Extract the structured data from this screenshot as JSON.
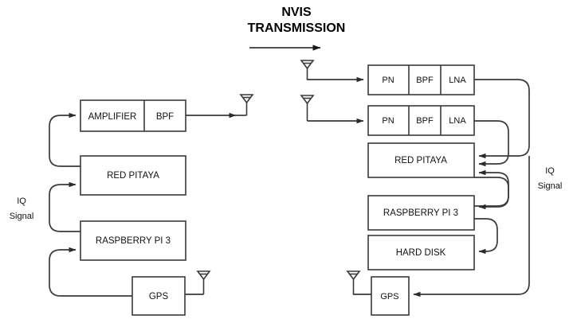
{
  "title": {
    "line1": "NVIS",
    "line2": "TRANSMISSION",
    "arrow_icon": "right-arrow-icon"
  },
  "labels": {
    "iq_signal_left": "IQ\nSignal",
    "iq_signal_left_line1": "IQ",
    "iq_signal_left_line2": "Signal",
    "iq_signal_right_line1": "IQ",
    "iq_signal_right_line2": "Signal"
  },
  "transmitter": {
    "name": "transmitter-chain",
    "blocks": [
      {
        "id": "amplifier",
        "label": "AMPLIFIER"
      },
      {
        "id": "bpf",
        "label": "BPF"
      },
      {
        "id": "red-pitaya",
        "label": "RED PITAYA"
      },
      {
        "id": "raspberry-pi",
        "label": "RASPBERRY PI 3"
      },
      {
        "id": "gps",
        "label": "GPS"
      }
    ],
    "antennas": [
      {
        "id": "tx-antenna",
        "label": "antenna-icon"
      },
      {
        "id": "tx-gps-antenna",
        "label": "antenna-icon"
      }
    ]
  },
  "receiver": {
    "name": "receiver-chain",
    "chain_one": [
      {
        "id": "pn-1",
        "label": "PN"
      },
      {
        "id": "bpf-1",
        "label": "BPF"
      },
      {
        "id": "lna-1",
        "label": "LNA"
      }
    ],
    "chain_two": [
      {
        "id": "pn-2",
        "label": "PN"
      },
      {
        "id": "bpf-2",
        "label": "BPF"
      },
      {
        "id": "lna-2",
        "label": "LNA"
      }
    ],
    "blocks": [
      {
        "id": "red-pitaya",
        "label": "RED PITAYA"
      },
      {
        "id": "raspberry-pi",
        "label": "RASPBERRY PI 3"
      },
      {
        "id": "hard-disk",
        "label": "HARD DISK"
      },
      {
        "id": "gps",
        "label": "GPS"
      }
    ],
    "antennas": [
      {
        "id": "rx-antenna-1",
        "label": "antenna-icon"
      },
      {
        "id": "rx-antenna-2",
        "label": "antenna-icon"
      },
      {
        "id": "rx-gps-antenna",
        "label": "antenna-icon"
      }
    ]
  },
  "colors": {
    "background": "#ffffff",
    "stroke": "#3a3a3a",
    "text": "#111111",
    "title": "#000000"
  }
}
